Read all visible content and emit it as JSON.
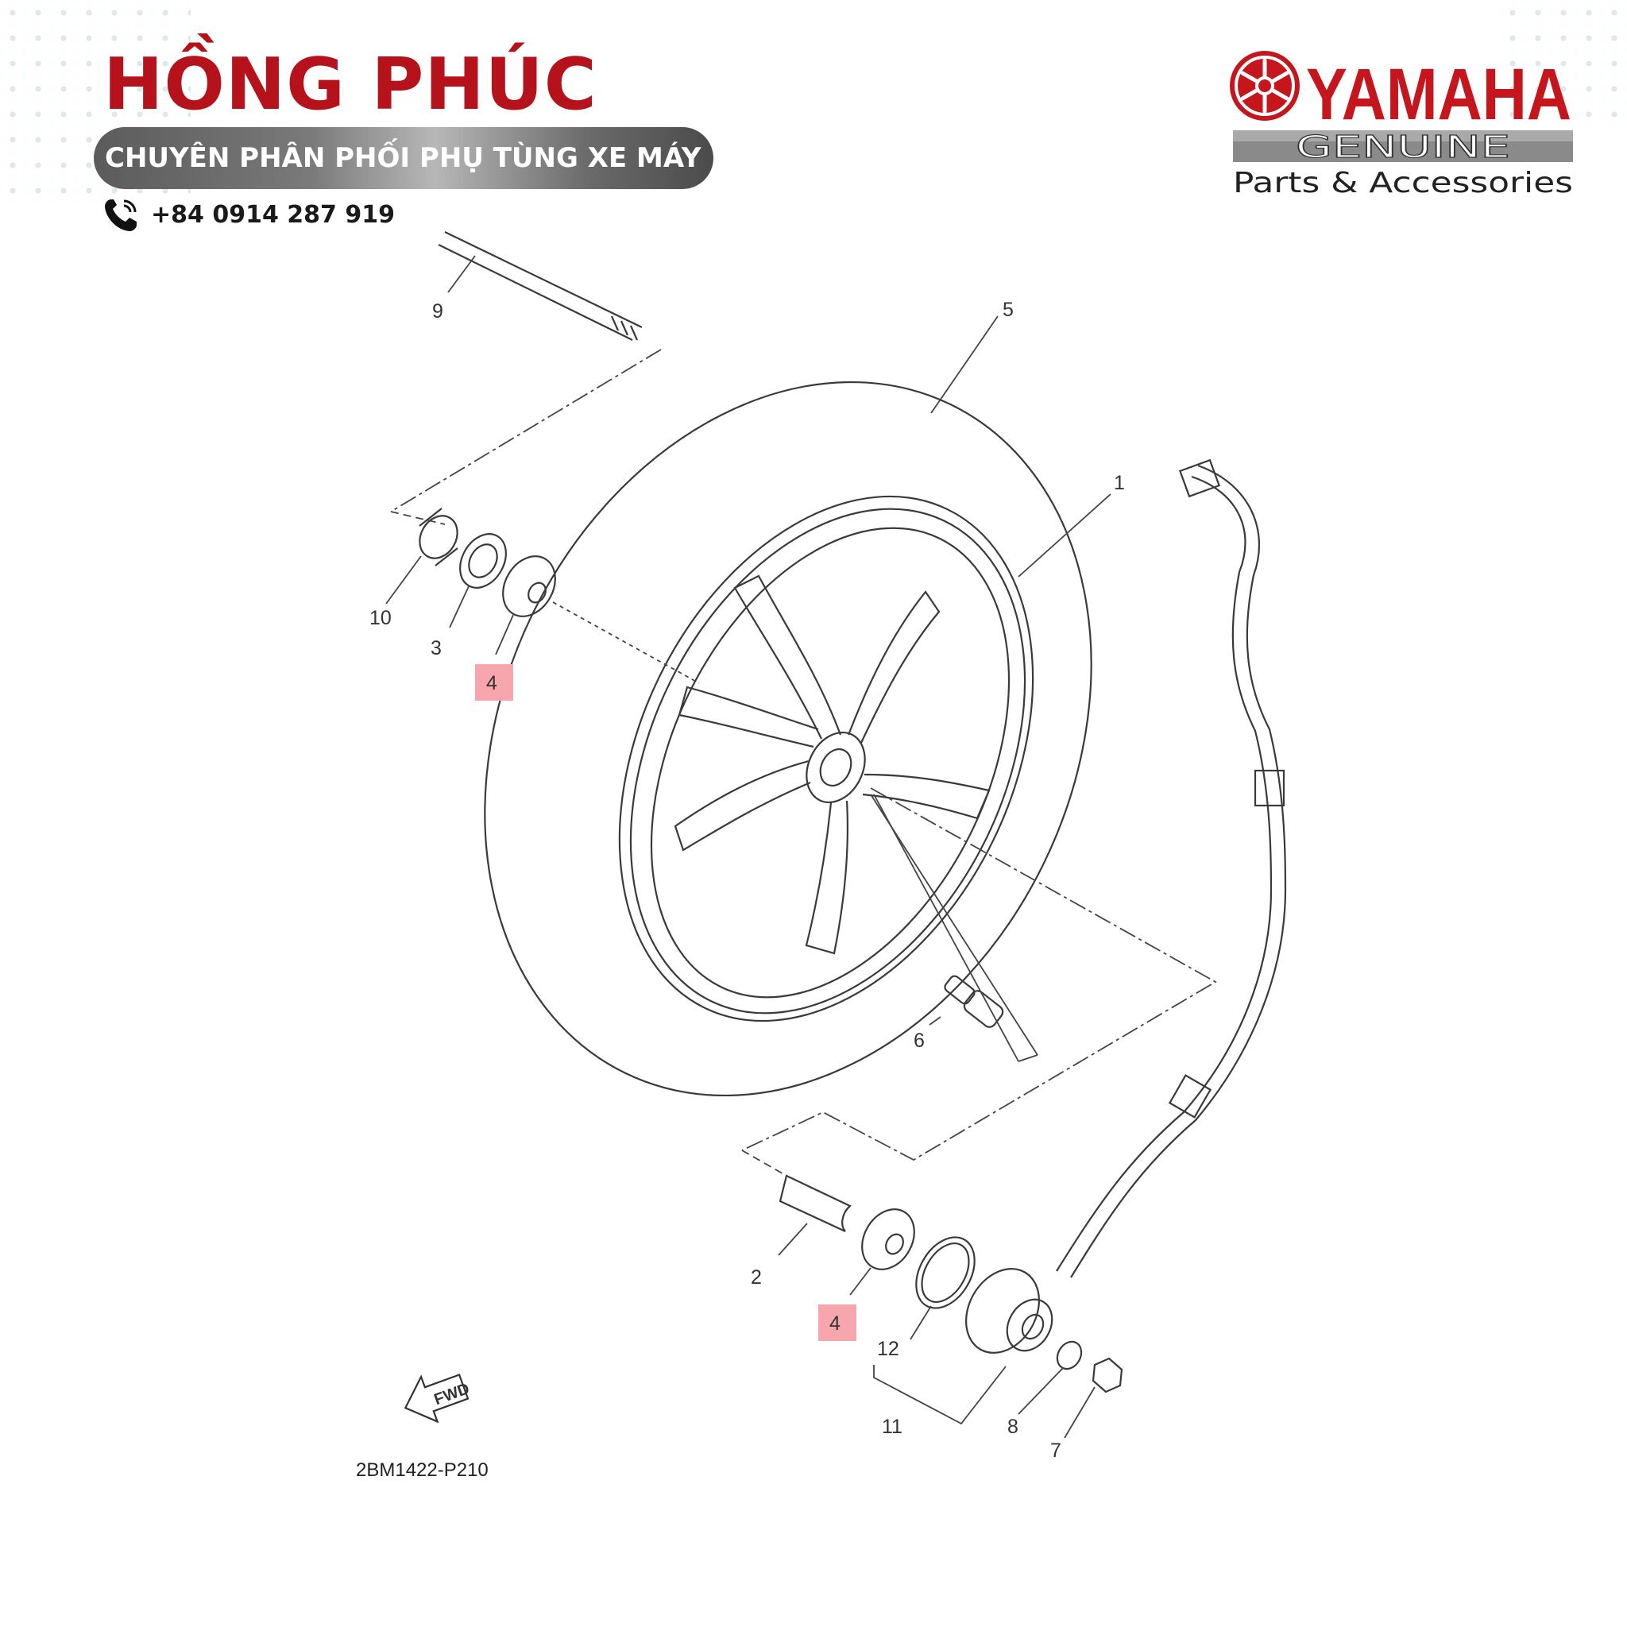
{
  "brand": {
    "name": "HỒNG PHÚC",
    "tagline": "CHUYÊN PHÂN PHỐI PHỤ TÙNG XE MÁY",
    "phone": "+84 0914 287 919",
    "primary_color": "#b5121b",
    "phone_icon": "phone-icon"
  },
  "logo": {
    "name": "YAMAHA",
    "genuine": "GENUINE",
    "subtitle": "Parts & Accessories",
    "color": "#c4161c"
  },
  "diagram": {
    "code": "2BM1422-P210",
    "arrow_label": "FWD",
    "highlight_color": "#f7a6ad",
    "callouts": [
      "1",
      "2",
      "3",
      "4",
      "4",
      "5",
      "6",
      "7",
      "8",
      "9",
      "10",
      "11",
      "12"
    ]
  }
}
